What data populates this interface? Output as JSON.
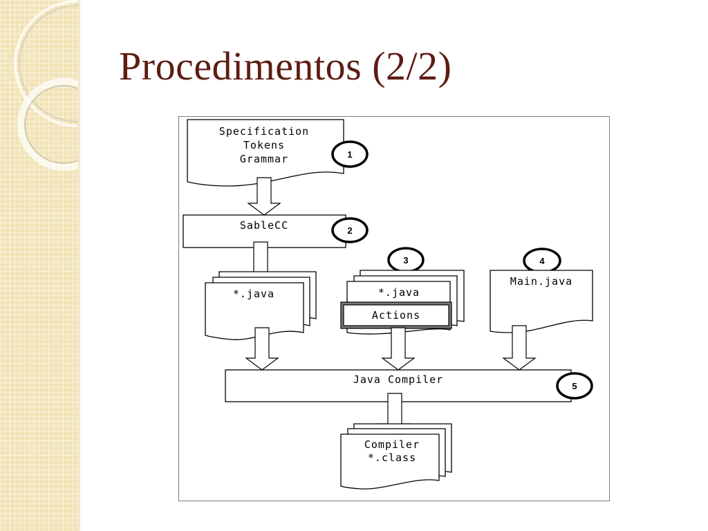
{
  "slide": {
    "title": "Procedimentos (2/2)"
  },
  "diagram": {
    "spec_lines": [
      "Specification",
      "Tokens",
      "Grammar"
    ],
    "sablecc": "SableCC",
    "generated_java": "*.java",
    "user_java": "*.java",
    "actions": "Actions",
    "main_java": "Main.java",
    "java_compiler": "Java Compiler",
    "output_lines": [
      "Compiler",
      "*.class"
    ],
    "step_labels": [
      "1",
      "2",
      "3",
      "4",
      "5"
    ]
  }
}
